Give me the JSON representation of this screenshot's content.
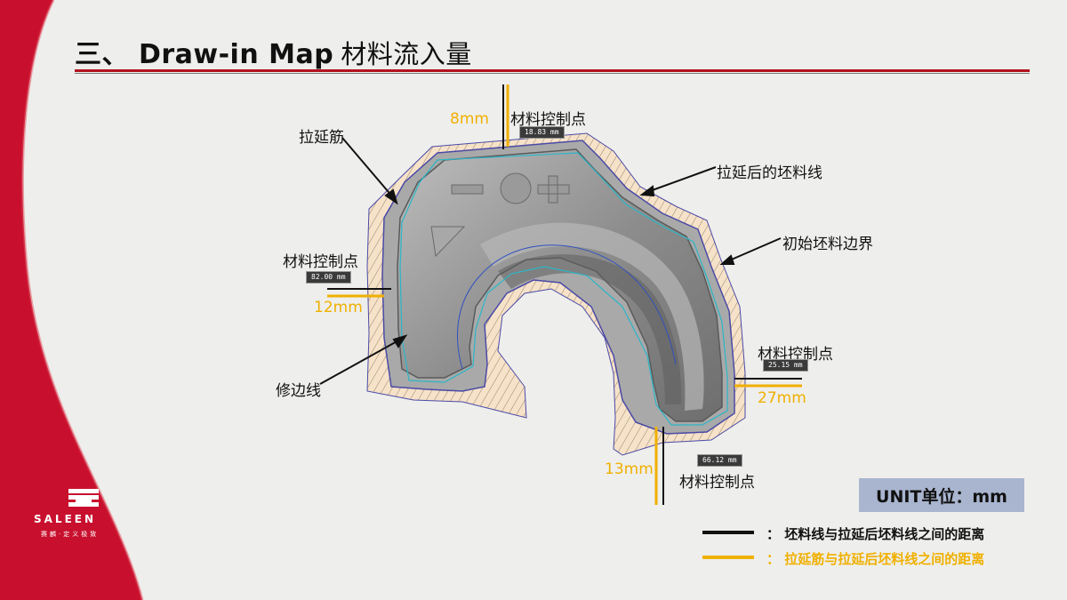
{
  "header": {
    "title": "三、 Draw-in Map",
    "title_cn": "材料流入量"
  },
  "annotations": {
    "draw_bead": "拉延筋",
    "control_point": "材料控制点",
    "post_draw_blank_line": "拉延后的坯料线",
    "initial_blank_boundary": "初始坯料边界",
    "trim_line": "修边线"
  },
  "measurements": {
    "top": {
      "dim": "8mm",
      "tag": "18.83 mm"
    },
    "left": {
      "dim": "12mm",
      "tag": "82.00 mm"
    },
    "right": {
      "dim": "27mm",
      "tag": "25.15 mm"
    },
    "bottom": {
      "dim": "13mm",
      "tag": "66.12 mm"
    }
  },
  "unit": "UNIT单位：mm",
  "legend": [
    {
      "marker": "：",
      "text": "坯料线与拉延后坯料线之间的距离",
      "color": "#111111"
    },
    {
      "marker": "：",
      "text": "拉延筋与拉延后坯料线之间的距离",
      "color": "#f0b000"
    }
  ],
  "brand": {
    "name": "SALEEN",
    "slogan": "赛麟·定义极致"
  },
  "colors": {
    "accent_red": "#b3121f",
    "dimension_yellow": "#f0b000",
    "unit_box": "#a9b5cf"
  }
}
